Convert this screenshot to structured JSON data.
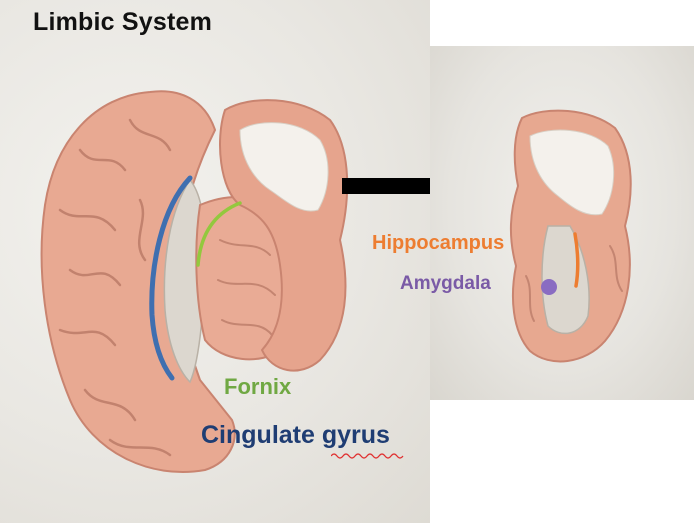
{
  "title": "Limbic System",
  "labels": {
    "fornix": {
      "text": "Fornix",
      "color": "#70a843"
    },
    "cingulate_gyrus": {
      "text": "Cingulate gyrus",
      "color": "#1f3d73"
    },
    "hippocampus": {
      "text": "Hippocampus",
      "color": "#ed7d31"
    },
    "amygdala": {
      "text": "Amygdala",
      "color": "#7a5aa6"
    }
  },
  "colors": {
    "brain_tissue": "#e8a992",
    "white_matter": "#f4f1ec",
    "cingulate_highlight": "#3f6fb0",
    "fornix_highlight": "#93c83e",
    "hippocampus_highlight": "#ed7d31",
    "amygdala_marker": "#8a6cc2",
    "arrow": "#000000"
  },
  "icons": {
    "arrow": "arrow-right-icon"
  }
}
